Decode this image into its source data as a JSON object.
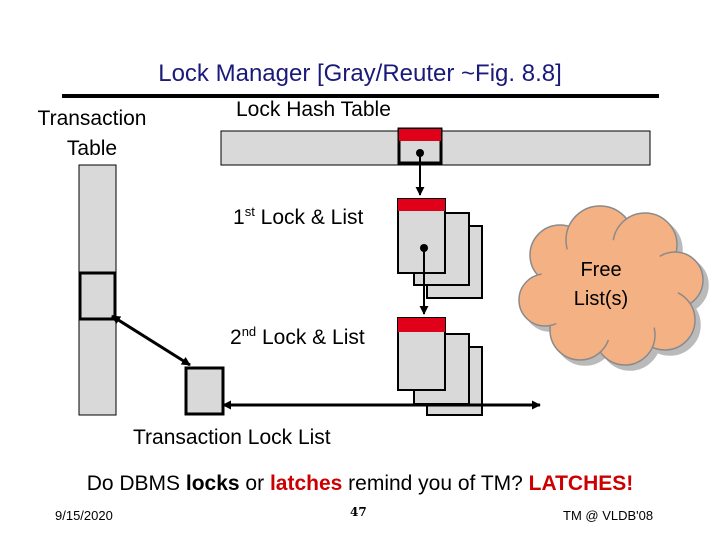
{
  "title": "Lock Manager [Gray/Reuter ~Fig. 8.8]",
  "labels": {
    "transaction_table_line1": "Transaction",
    "transaction_table_line2": "Table",
    "lock_hash_table": "Lock Hash Table",
    "first_lock_ordinal": "1",
    "first_lock_suffix": "st",
    "first_lock_text": " Lock & List",
    "second_lock_ordinal": "2",
    "second_lock_suffix": "nd",
    "second_lock_text": " Lock & List",
    "free_list_line1": "Free",
    "free_list_line2": "List(s)",
    "transaction_lock_list": "Transaction Lock List"
  },
  "question": {
    "part1": "Do DBMS ",
    "locks": "locks",
    "part2": " or ",
    "latches": "latches",
    "part3": " remind you of TM?  ",
    "answer": "LATCHES!"
  },
  "footer": {
    "date": "9/15/2020",
    "page": "47",
    "right": "TM @ VLDB'08"
  },
  "colors": {
    "title": "#1a1a7a",
    "box_fill": "#d9d9d9",
    "lock_header": "#e0001a",
    "cloud_fill": "#f4b183",
    "emphasis": "#cc0000"
  }
}
